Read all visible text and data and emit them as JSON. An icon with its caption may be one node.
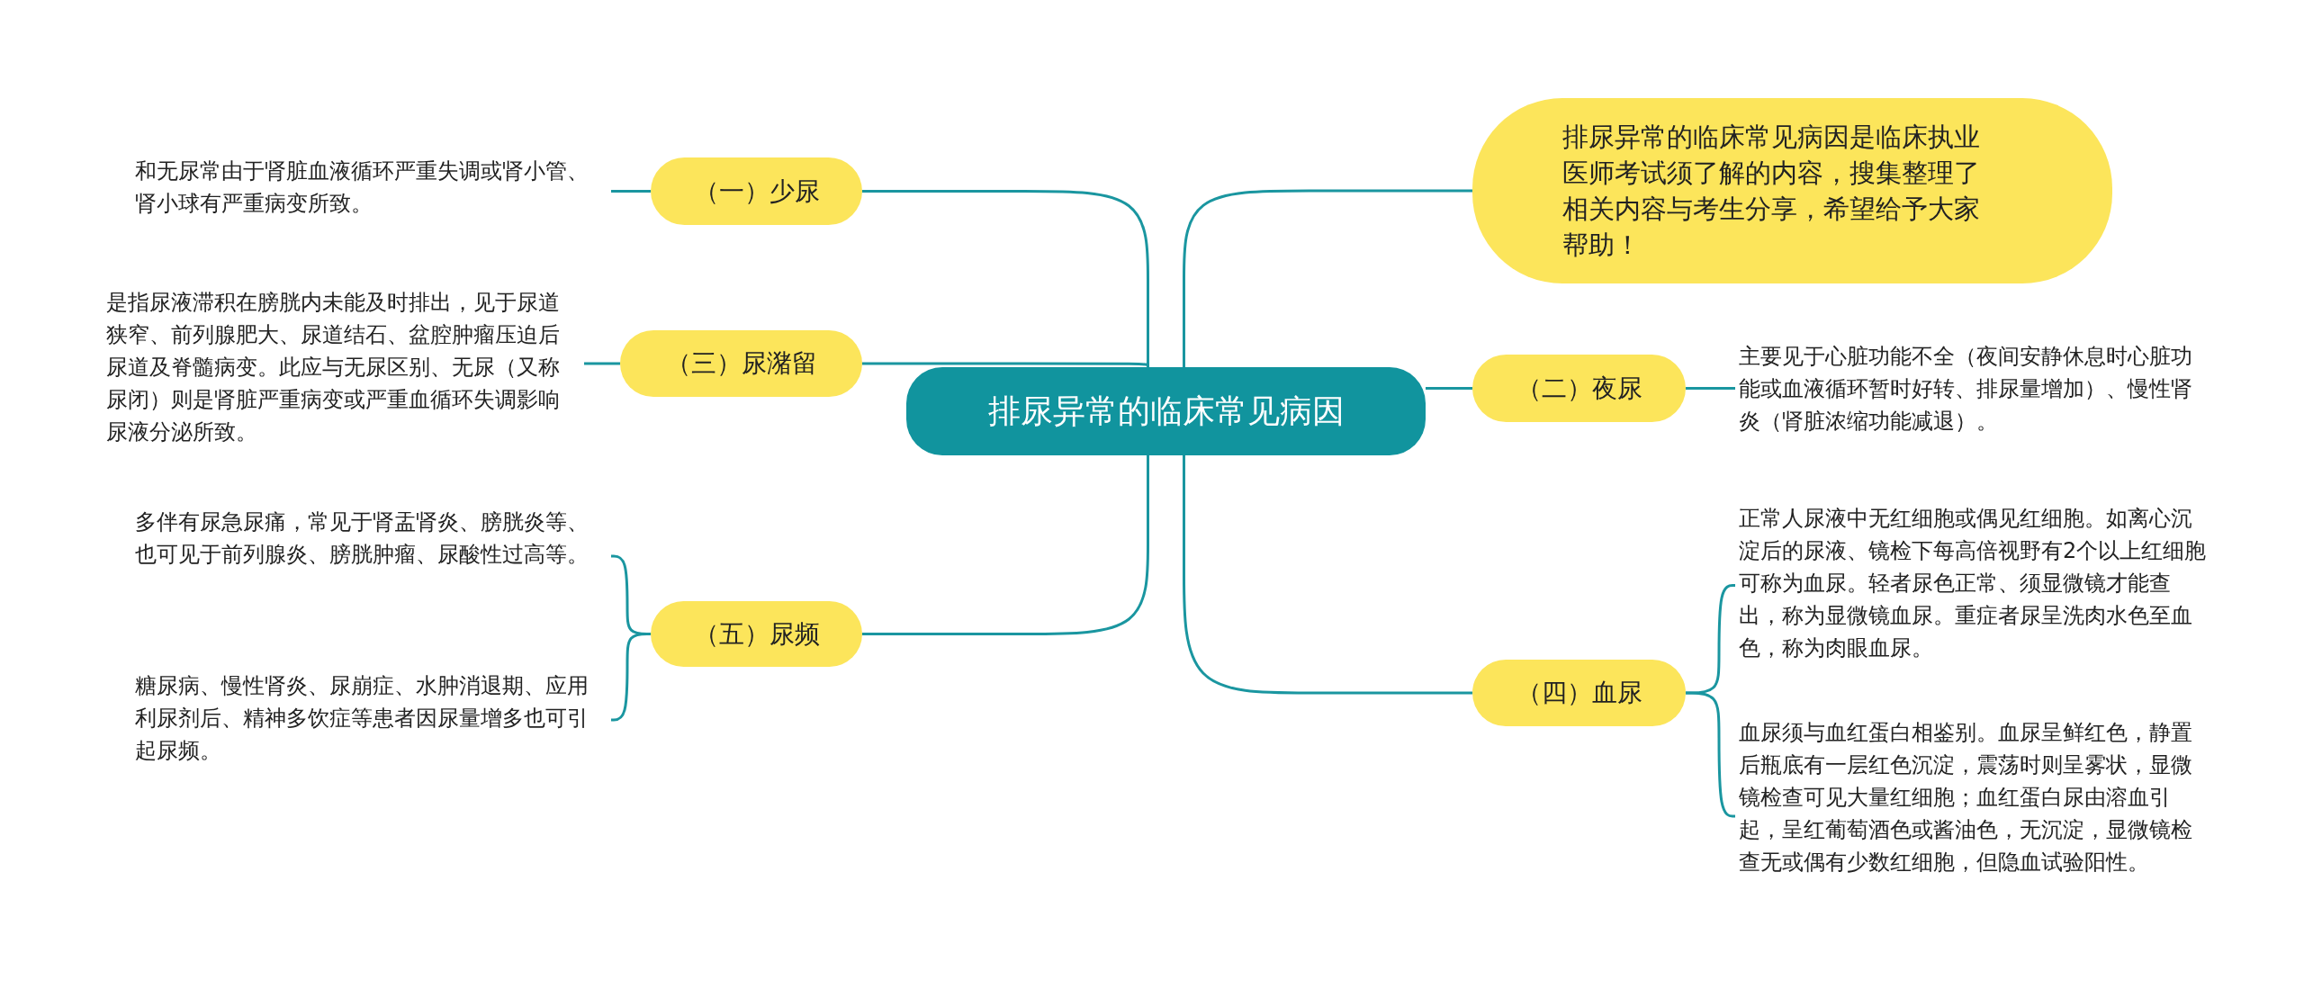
{
  "diagram": {
    "nodes": [
      {
        "text": [
          "排尿异常的临床常见病因"
        ]
      },
      {
        "text": [
          "（一）少尿"
        ]
      },
      {
        "text": [
          "和无尿常由于肾脏血液循环严重失调或肾小管、肾小球有严重病变所致。"
        ]
      },
      {
        "text": [
          "（三）尿潴留"
        ]
      },
      {
        "text": [
          "是指尿液滞积在膀胱内未能及时排出，见于尿道狭窄、前列腺肥大、尿道结石、盆腔肿瘤压迫后尿道及脊髓病变。此应与无尿区别、无尿（又称尿闭）则是肾脏严重病变或严重血循环失调影响尿液分泌所致。"
        ]
      },
      {
        "text": [
          "（五）尿频"
        ]
      },
      {
        "text": [
          "多伴有尿急尿痛，常见于肾盂肾炎、膀胱炎等、也可见于前列腺炎、膀胱肿瘤、尿酸性过高等。"
        ]
      },
      {
        "text": [
          "糖尿病、慢性肾炎、尿崩症、水肿消退期、应用利尿剂后、精神多饮症等患者因尿量增多也可引起尿频。"
        ]
      },
      {
        "text": [
          "排尿异常的临床常见病因是临床执业医师考试须了解的内容，搜集整理了相关内容与考生分享，希望给予大家帮助！"
        ]
      },
      {
        "text": [
          "（二）夜尿"
        ]
      },
      {
        "text": [
          "主要见于心脏功能不全（夜间安静休息时心脏功能或血液循环暂时好转、排尿量增加）、慢性肾炎（肾脏浓缩功能减退）。"
        ]
      },
      {
        "text": [
          "（四）血尿"
        ]
      },
      {
        "text": [
          "正常人尿液中无红细胞或偶见红细胞。如离心沉淀后的尿液、镜检下每高倍视野有2个以上红细胞可称为血尿。轻者尿色正常、须显微镜才能查出，称为显微镜血尿。重症者尿呈洗肉水色至血色，称为肉眼血尿。"
        ]
      },
      {
        "text": [
          "血尿须与血红蛋白相鉴别。血尿呈鲜红色，静置后瓶底有一层红色沉淀，震荡时则呈雾状，显微镜检查可见大量红细胞；血红蛋白尿由溶血引起，呈红葡萄酒色或酱油色，无沉淀，显微镜检查无或偶有少数红细胞，但隐血试验阳性。"
        ]
      }
    ],
    "edges": [
      {
        "from": 0,
        "to": 1,
        "arrow": "none"
      },
      {
        "from": 1,
        "to": 2,
        "arrow": "none"
      },
      {
        "from": 0,
        "to": 3,
        "arrow": "none"
      },
      {
        "from": 3,
        "to": 4,
        "arrow": "none"
      },
      {
        "from": 0,
        "to": 5,
        "arrow": "none"
      },
      {
        "from": 5,
        "to": 6,
        "arrow": "none"
      },
      {
        "from": 5,
        "to": 7,
        "arrow": "none"
      },
      {
        "from": 0,
        "to": 8,
        "arrow": "none"
      },
      {
        "from": 0,
        "to": 9,
        "arrow": "none"
      },
      {
        "from": 9,
        "to": 10,
        "arrow": "none"
      },
      {
        "from": 0,
        "to": 11,
        "arrow": "none"
      },
      {
        "from": 11,
        "to": 12,
        "arrow": "none"
      },
      {
        "from": 11,
        "to": 13,
        "arrow": "none"
      }
    ]
  }
}
